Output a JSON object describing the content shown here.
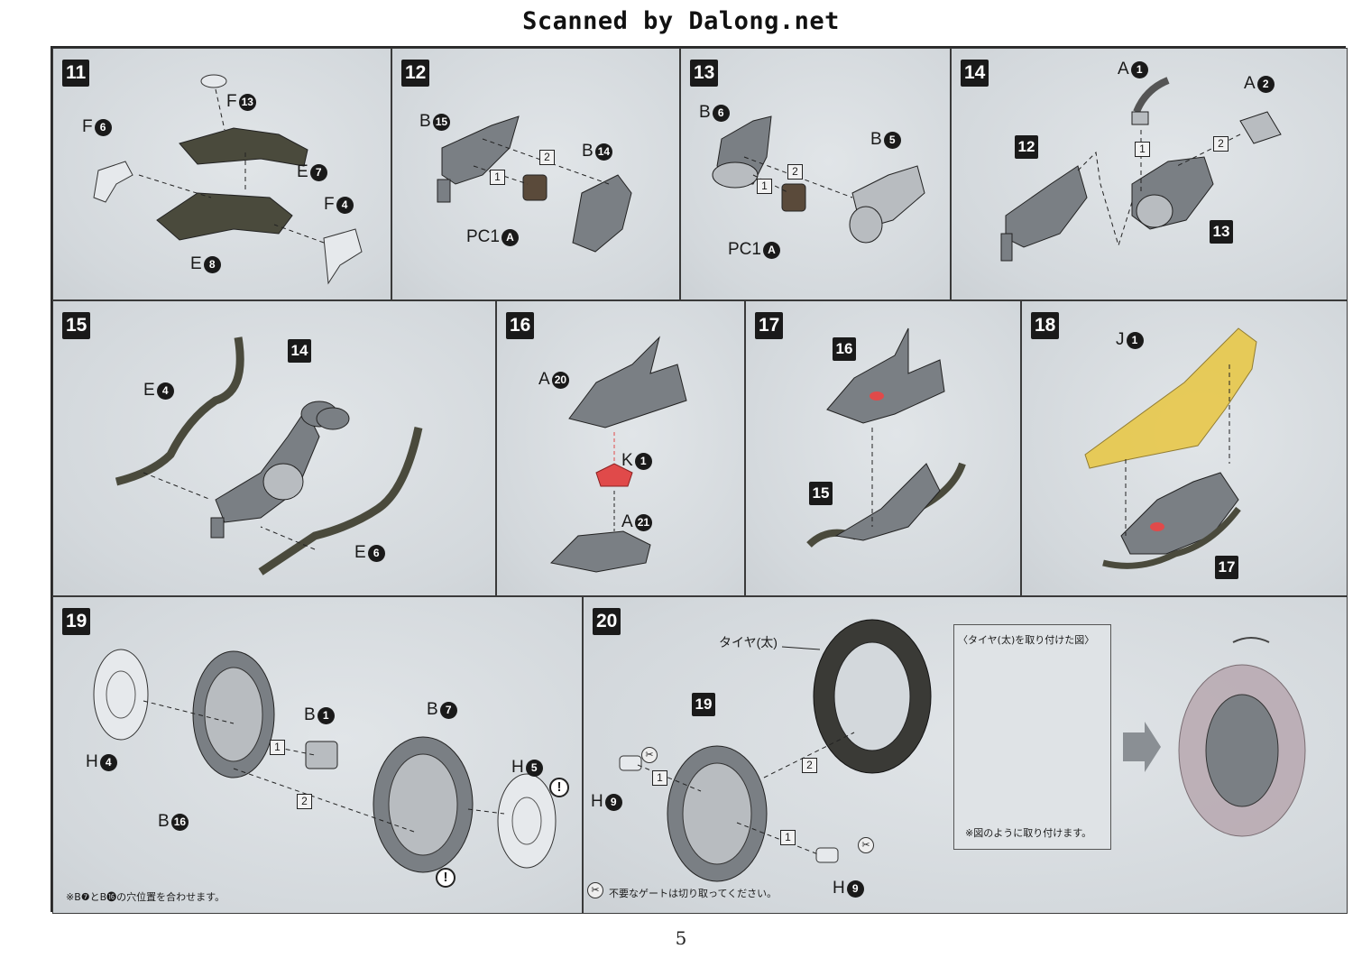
{
  "header": "Scanned by Dalong.net",
  "page_number": "5",
  "steps": [
    {
      "id": "11",
      "labels": [
        {
          "t": "F",
          "n": "13"
        },
        {
          "t": "F",
          "n": "6"
        },
        {
          "t": "E",
          "n": "7"
        },
        {
          "t": "F",
          "n": "4"
        },
        {
          "t": "E",
          "n": "8"
        }
      ]
    },
    {
      "id": "12",
      "labels": [
        {
          "t": "B",
          "n": "15"
        },
        {
          "t": "B",
          "n": "14"
        },
        {
          "t": "PC1",
          "n": "A"
        }
      ],
      "order": [
        "1",
        "2"
      ]
    },
    {
      "id": "13",
      "labels": [
        {
          "t": "B",
          "n": "6"
        },
        {
          "t": "B",
          "n": "5"
        },
        {
          "t": "PC1",
          "n": "A"
        }
      ],
      "order": [
        "1",
        "2"
      ]
    },
    {
      "id": "14",
      "labels": [
        {
          "t": "A",
          "n": "1"
        },
        {
          "t": "A",
          "n": "2"
        }
      ],
      "subassemblies": [
        "12",
        "13"
      ],
      "order": [
        "1",
        "2"
      ]
    },
    {
      "id": "15",
      "labels": [
        {
          "t": "E",
          "n": "4"
        },
        {
          "t": "E",
          "n": "6"
        }
      ],
      "subassemblies": [
        "14"
      ]
    },
    {
      "id": "16",
      "labels": [
        {
          "t": "A",
          "n": "20"
        },
        {
          "t": "K",
          "n": "1"
        },
        {
          "t": "A",
          "n": "21"
        }
      ]
    },
    {
      "id": "17",
      "subassemblies": [
        "16",
        "15"
      ]
    },
    {
      "id": "18",
      "labels": [
        {
          "t": "J",
          "n": "1"
        }
      ],
      "subassemblies": [
        "17"
      ]
    },
    {
      "id": "19",
      "labels": [
        {
          "t": "B",
          "n": "1"
        },
        {
          "t": "B",
          "n": "7"
        },
        {
          "t": "H",
          "n": "5"
        },
        {
          "t": "H",
          "n": "4"
        },
        {
          "t": "B",
          "n": "16"
        }
      ],
      "order": [
        "1",
        "2"
      ],
      "note": "※B❼とB⓰の穴位置を合わせます。"
    },
    {
      "id": "20",
      "labels": [
        {
          "t": "H",
          "n": "9"
        },
        {
          "t": "H",
          "n": "9"
        }
      ],
      "subassemblies": [
        "19"
      ],
      "order": [
        "1",
        "1",
        "2"
      ],
      "tire_label": "タイヤ(太)",
      "inset_title": "〈タイヤ(太)を取り付けた図〉",
      "inset_note": "※図のように取り付けます。",
      "gate_note": "不要なゲートは切り取ってください。"
    }
  ],
  "colors": {
    "panel_bg": "#d8dde1",
    "part_gray": "#7a7f84",
    "part_dark_green": "#4a4a3c",
    "part_clear_red": "#e04a4a",
    "part_clear_yellow": "#e8c84a",
    "part_light": "#e6e9ec"
  }
}
